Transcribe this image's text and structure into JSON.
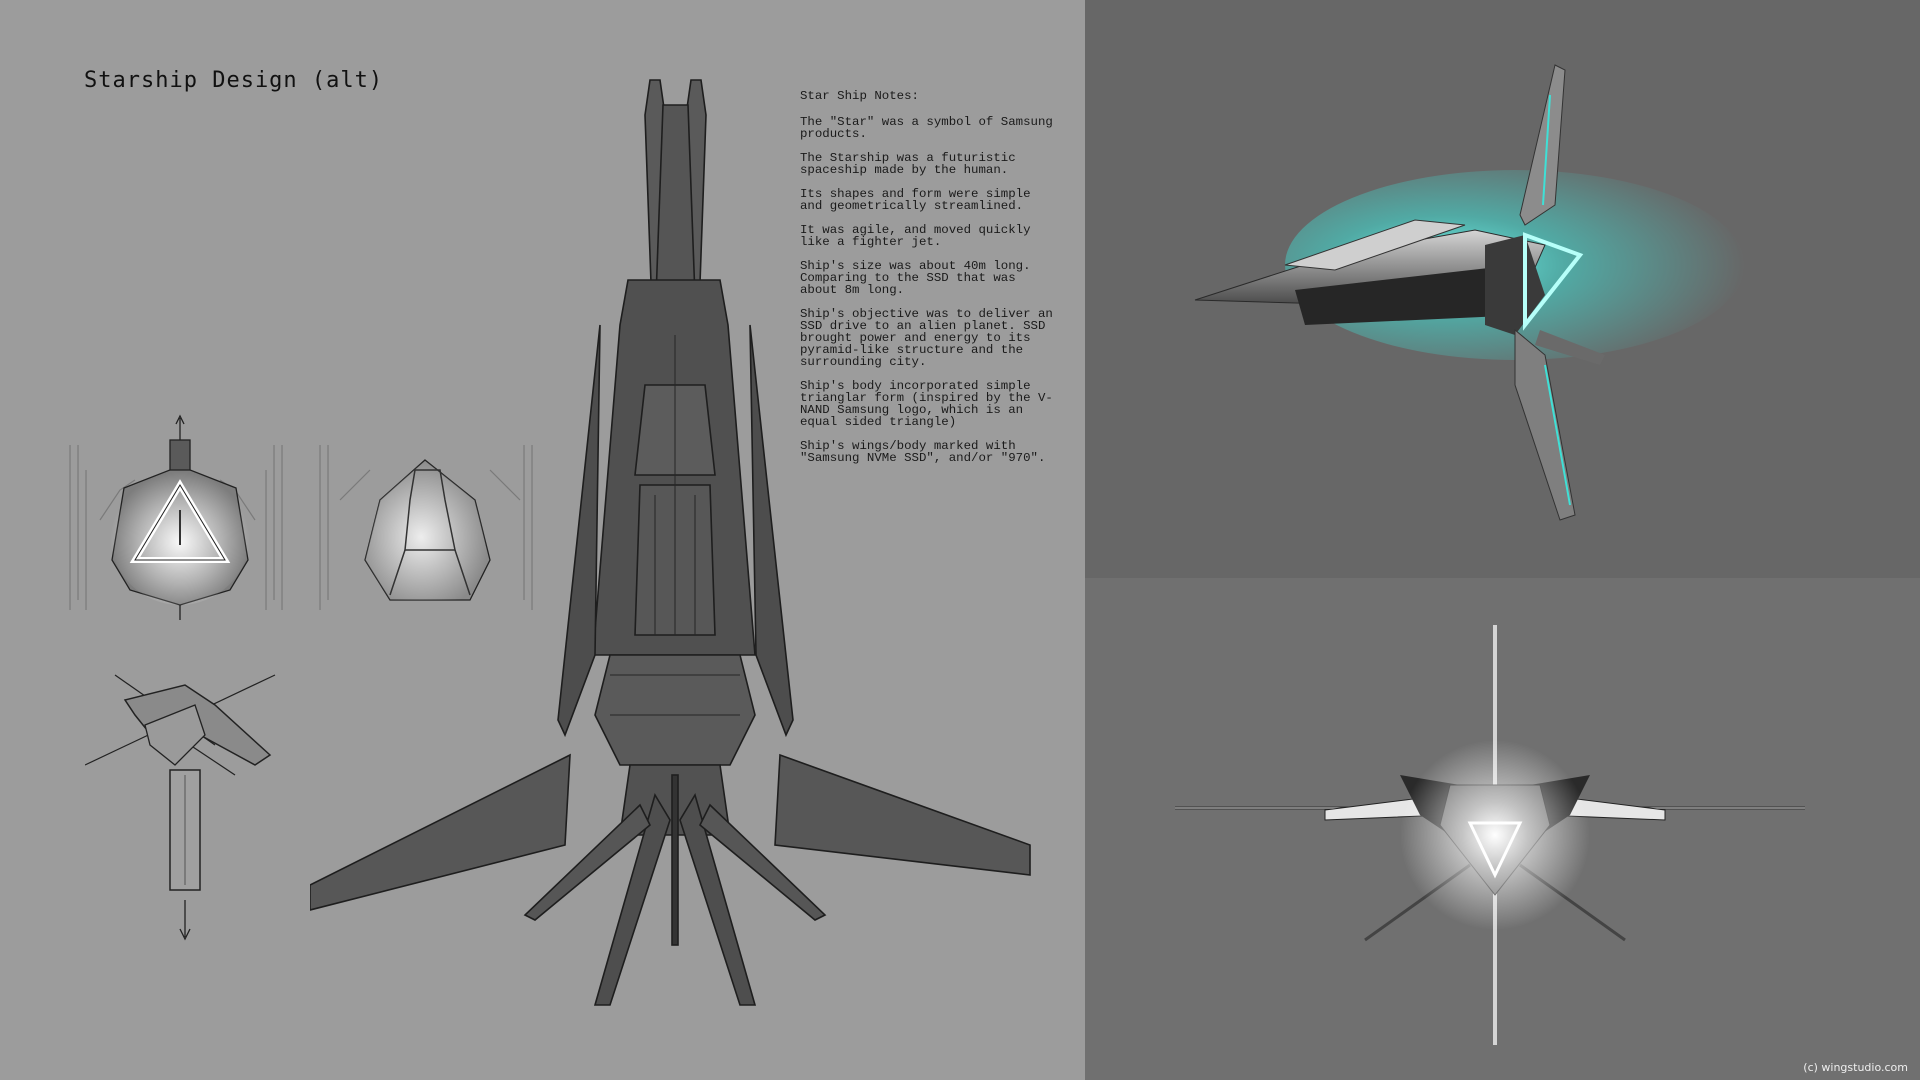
{
  "title": "Starship Design (alt)",
  "notes": {
    "heading": "Star Ship Notes:",
    "paragraphs": [
      "The \"Star\" was a symbol of Samsung products.",
      "The Starship was a futuristic spaceship made by the human.",
      "Its shapes and form were simple and geometrically streamlined.",
      "It was agile, and moved quickly like a fighter jet.",
      "Ship's size was about 40m long. Comparing to the SSD that was about 8m long.",
      "Ship's objective was to deliver an SSD drive to an alien planet. SSD brought power and energy to its pyramid-like structure and the surrounding city.",
      "Ship's body incorporated simple trianglar form (inspired by the V-NAND Samsung logo, which is an equal sided triangle)",
      "Ship's wings/body marked with \"Samsung NVMe SSD\", and/or \"970\"."
    ]
  },
  "credit": "(c) wingstudio.com",
  "colors": {
    "sketch_background": "#9c9c9c",
    "render_background_top": "#676767",
    "render_background_bottom": "#707070",
    "hull": "#555555",
    "glow_cyan": "#3fe0d6"
  },
  "icons": {
    "front_view": "ship-front-sketch-icon",
    "rear_view": "ship-rear-sketch-icon",
    "blueprint": "ship-blueprint-icon",
    "perspective": "ship-render-side-icon",
    "front_render": "ship-render-front-icon"
  }
}
